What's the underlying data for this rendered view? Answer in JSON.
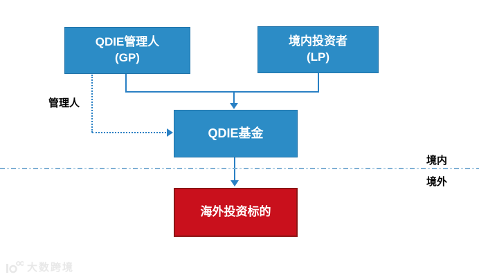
{
  "boxes": {
    "gp": {
      "line1": "QDIE管理人",
      "line2": "(GP)"
    },
    "lp": {
      "line1": "境内投资者",
      "line2": "(LP)"
    },
    "fund": {
      "label": "QDIE基金"
    },
    "target": {
      "label": "海外投资标的"
    }
  },
  "labels": {
    "manager": "管理人",
    "onshore": "境内",
    "offshore": "境外"
  },
  "watermark": {
    "text": "大数跨境"
  },
  "colors": {
    "box_blue_fill": "#2C8CC6",
    "box_blue_border": "#1F72A8",
    "box_red_fill": "#C9101C",
    "box_red_border": "#8E1414",
    "connector_blue": "#2980C4",
    "separator_blue": "#7FB0D4",
    "label_text": "#000000",
    "box_text": "#FFFFFF",
    "watermark_gray": "#E8E8E8"
  }
}
